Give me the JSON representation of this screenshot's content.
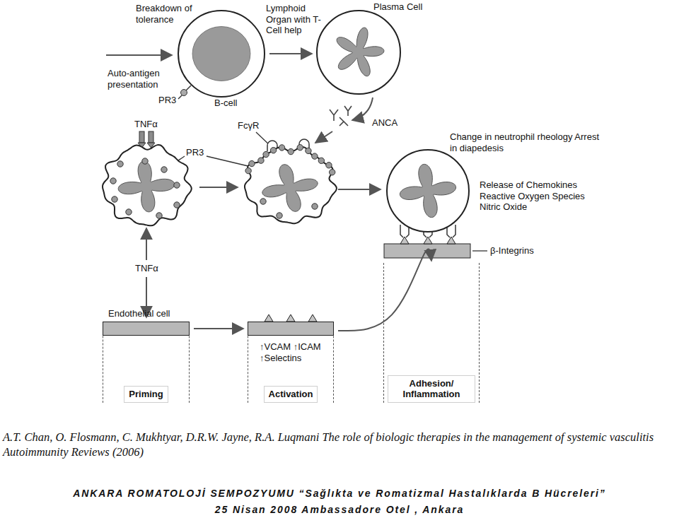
{
  "diagram": {
    "nodes": [
      {
        "text": [
          "B-cell"
        ]
      },
      {
        "text": [
          "Plasma Cell"
        ]
      },
      {
        "text": [
          "Priming"
        ]
      },
      {
        "text": [
          "↑VCAM ↑ICAM ↑Selectins",
          "Activation"
        ]
      },
      {
        "text": [
          "Adhesion/ Inflammation"
        ]
      }
    ],
    "edges": [
      {
        "from": 0,
        "to": 1,
        "arrow": "to"
      },
      {
        "from": 2,
        "to": 3,
        "arrow": "to"
      },
      {
        "from": 3,
        "to": 4,
        "arrow": "to"
      }
    ],
    "labels": [
      "Breakdown of tolerance",
      "Lymphoid Organ with T-Cell help",
      "Auto-antigen presentation",
      "PR3",
      "TNFα",
      "FcγR",
      "ANCA",
      "PR3",
      "Change in neutrophil rheology Arrest in diapedesis",
      "Release of Chemokines Reactive Oxygen Species Nitric Oxide",
      "β-Integrins",
      "TNFα",
      "Endothelial cell",
      "A.T. Chan, O. Flosmann, C. Mukhtyar, D.R.W. Jayne, R.A. Luqmani The role of biologic therapies in the management of systemic vasculitis Autoimmunity Reviews (2006)",
      "ANKARA ROMATOLOJİ SEMPOZYUMU “Sağlıkta ve Romatizmal Hastalıklarda B Hücreleri”",
      "25 Nisan 2008 Ambassadore Otel , Ankara"
    ]
  }
}
